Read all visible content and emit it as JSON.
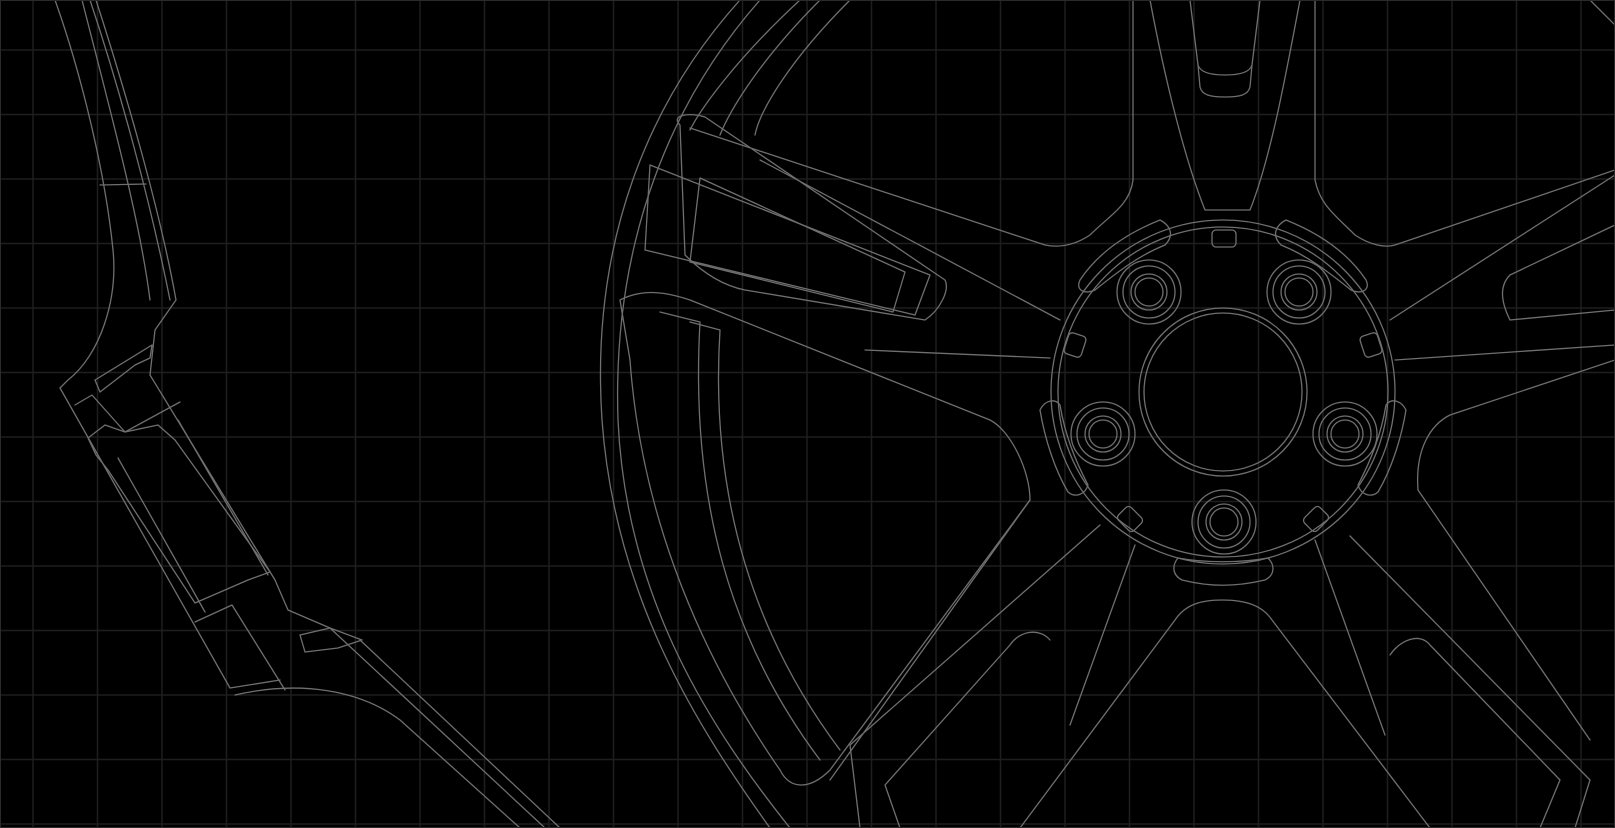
{
  "colors": {
    "background": "#000000",
    "grid": "#1e1e1e",
    "line": "#6f6f6f",
    "line_bright": "#8a8a8a"
  },
  "wheel": {
    "spoke_count": 5,
    "lug_nut_count": 5,
    "view": "front-and-section"
  }
}
